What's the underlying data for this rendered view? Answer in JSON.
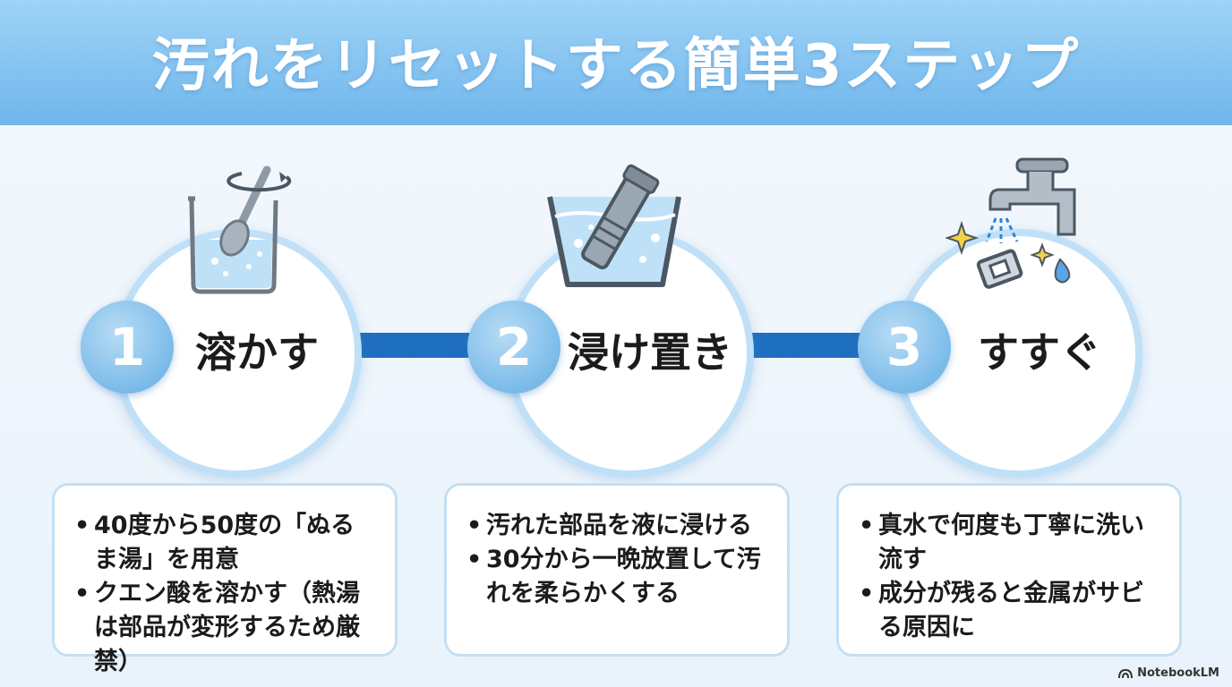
{
  "header": {
    "title": "汚れをリセットする簡単3ステップ"
  },
  "steps": [
    {
      "number": "1",
      "label": "溶かす",
      "icon": "beaker-spoon-icon",
      "bullets": [
        "40度から50度の「ぬるま湯」を用意",
        "クエン酸を溶かす（熱湯は部品が変形するため厳禁）"
      ]
    },
    {
      "number": "2",
      "label": "浸け置き",
      "icon": "soaking-basin-icon",
      "bullets": [
        "汚れた部品を液に浸ける",
        "30分から一晩放置して汚れを柔らかくする"
      ]
    },
    {
      "number": "3",
      "label": "すすぐ",
      "icon": "faucet-rinse-icon",
      "bullets": [
        "真水で何度も丁寧に洗い流す",
        "成分が残ると金属がサビる原因に"
      ]
    }
  ],
  "brand": "NotebookLM",
  "colors": {
    "header": "#7fc0ee",
    "connector": "#1f6fc0",
    "badge": "#7bbbe9",
    "card_border": "#c4dff3"
  }
}
